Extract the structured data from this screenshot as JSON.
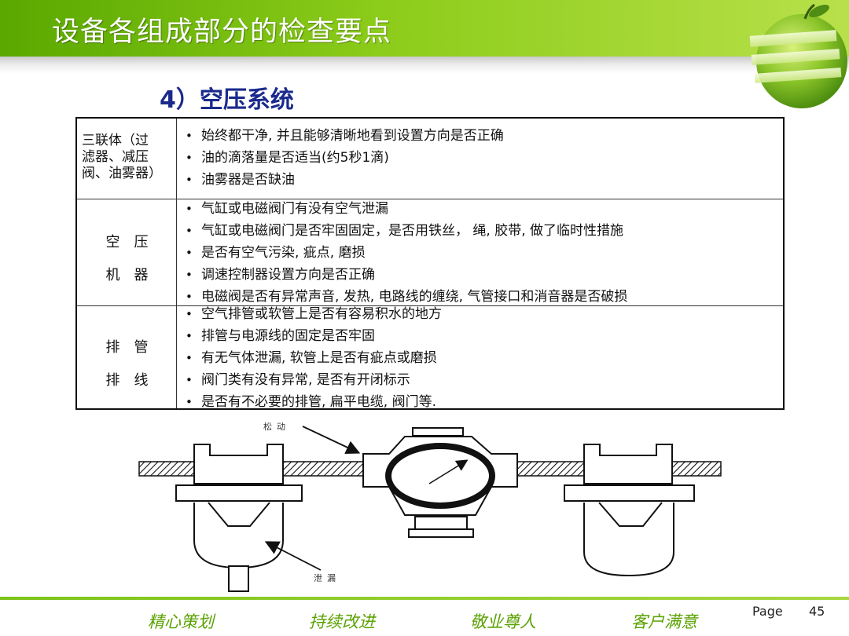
{
  "header": {
    "title": "设备各组成部分的检查要点"
  },
  "section": {
    "title": "4）空压系统"
  },
  "table": {
    "rows": [
      {
        "label": [
          "三联体（过",
          "滤器、减压",
          "阀、油雾器）"
        ],
        "items": [
          "始终都干净, 并且能够清晰地看到设置方向是否正确",
          "油的滴落量是否适当(约5秒1滴)",
          "油雾器是否缺油"
        ]
      },
      {
        "label": [
          "空压",
          "机器"
        ],
        "items": [
          "气缸或电磁阀门有没有空气泄漏",
          "气缸或电磁阀门是否牢固固定，是否用铁丝， 绳, 胶带, 做了临时性措施",
          "是否有空气污染, 疵点, 磨损",
          "调速控制器设置方向是否正确",
          "电磁阀是否有异常声音, 发热, 电路线的缠绕, 气管接口和消音器是否破损"
        ]
      },
      {
        "label": [
          "排管",
          "排线"
        ],
        "items": [
          "空气排管或软管上是否有容易积水的地方",
          "排管与电源线的固定是否牢固",
          "有无气体泄漏, 软管上是否有疵点或磨损",
          "阀门类有没有异常, 是否有开闭标示",
          "是否有不必要的排管, 扁平电缆, 阀门等."
        ]
      }
    ]
  },
  "diagram": {
    "label_loose": "松动",
    "label_leak": "泄漏"
  },
  "footer": {
    "slogans": [
      "精心策划",
      "持续改进",
      "敬业尊人",
      "客户满意"
    ],
    "page_label": "Page",
    "page_number": "45"
  },
  "colors": {
    "accent_green": "#7cc41a",
    "slogan_green": "#5aa100",
    "subtitle_blue": "#1a2a8c"
  },
  "icons": {
    "logo": "green-apple-icon"
  }
}
